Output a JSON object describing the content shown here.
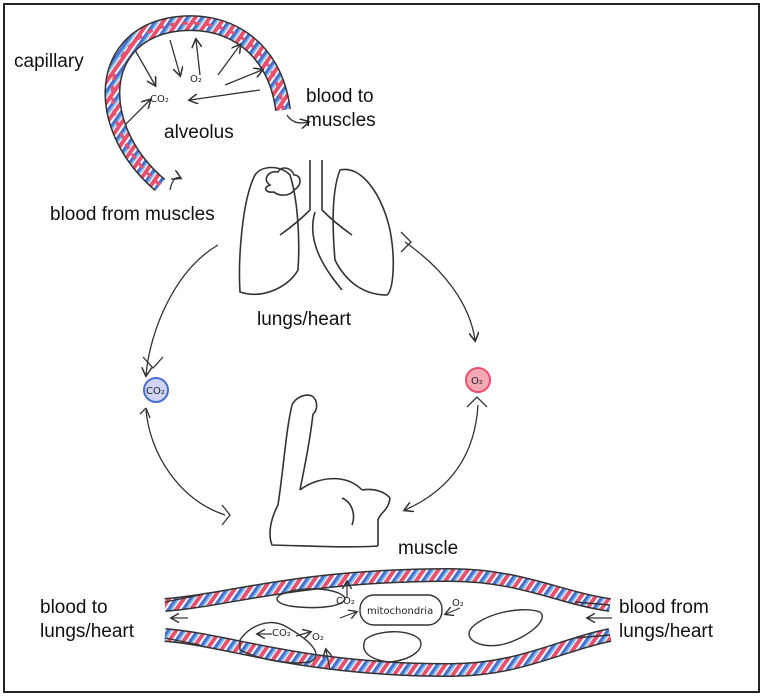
{
  "labels": {
    "capillary": "capillary",
    "alveolus": "alveolus",
    "blood_to_muscles": "blood to\nmuscles",
    "blood_from_muscles": "blood from muscles",
    "lungs_heart": "lungs/heart",
    "muscle": "muscle",
    "blood_to_lungs_heart": "blood to\nlungs/heart",
    "blood_from_lungs_heart": "blood from\nlungs/heart"
  },
  "sketch_labels": {
    "o2_alveolus": "O₂",
    "co2_alveolus": "CO₂",
    "o2_cell": "O₂",
    "co2_cell": "CO₂",
    "mitochondria": "mitochondria",
    "co2_vessel_top": "CO₂",
    "o2_vessel_right": "O₂",
    "co2_vessel_left": "CO₂",
    "o2_vessel_bottom": "O₂"
  },
  "colors": {
    "oxygen_red": "#e8506e",
    "co2_blue": "#4a6fd1",
    "light_blue": "#7ec3e8",
    "ink": "#333333"
  }
}
